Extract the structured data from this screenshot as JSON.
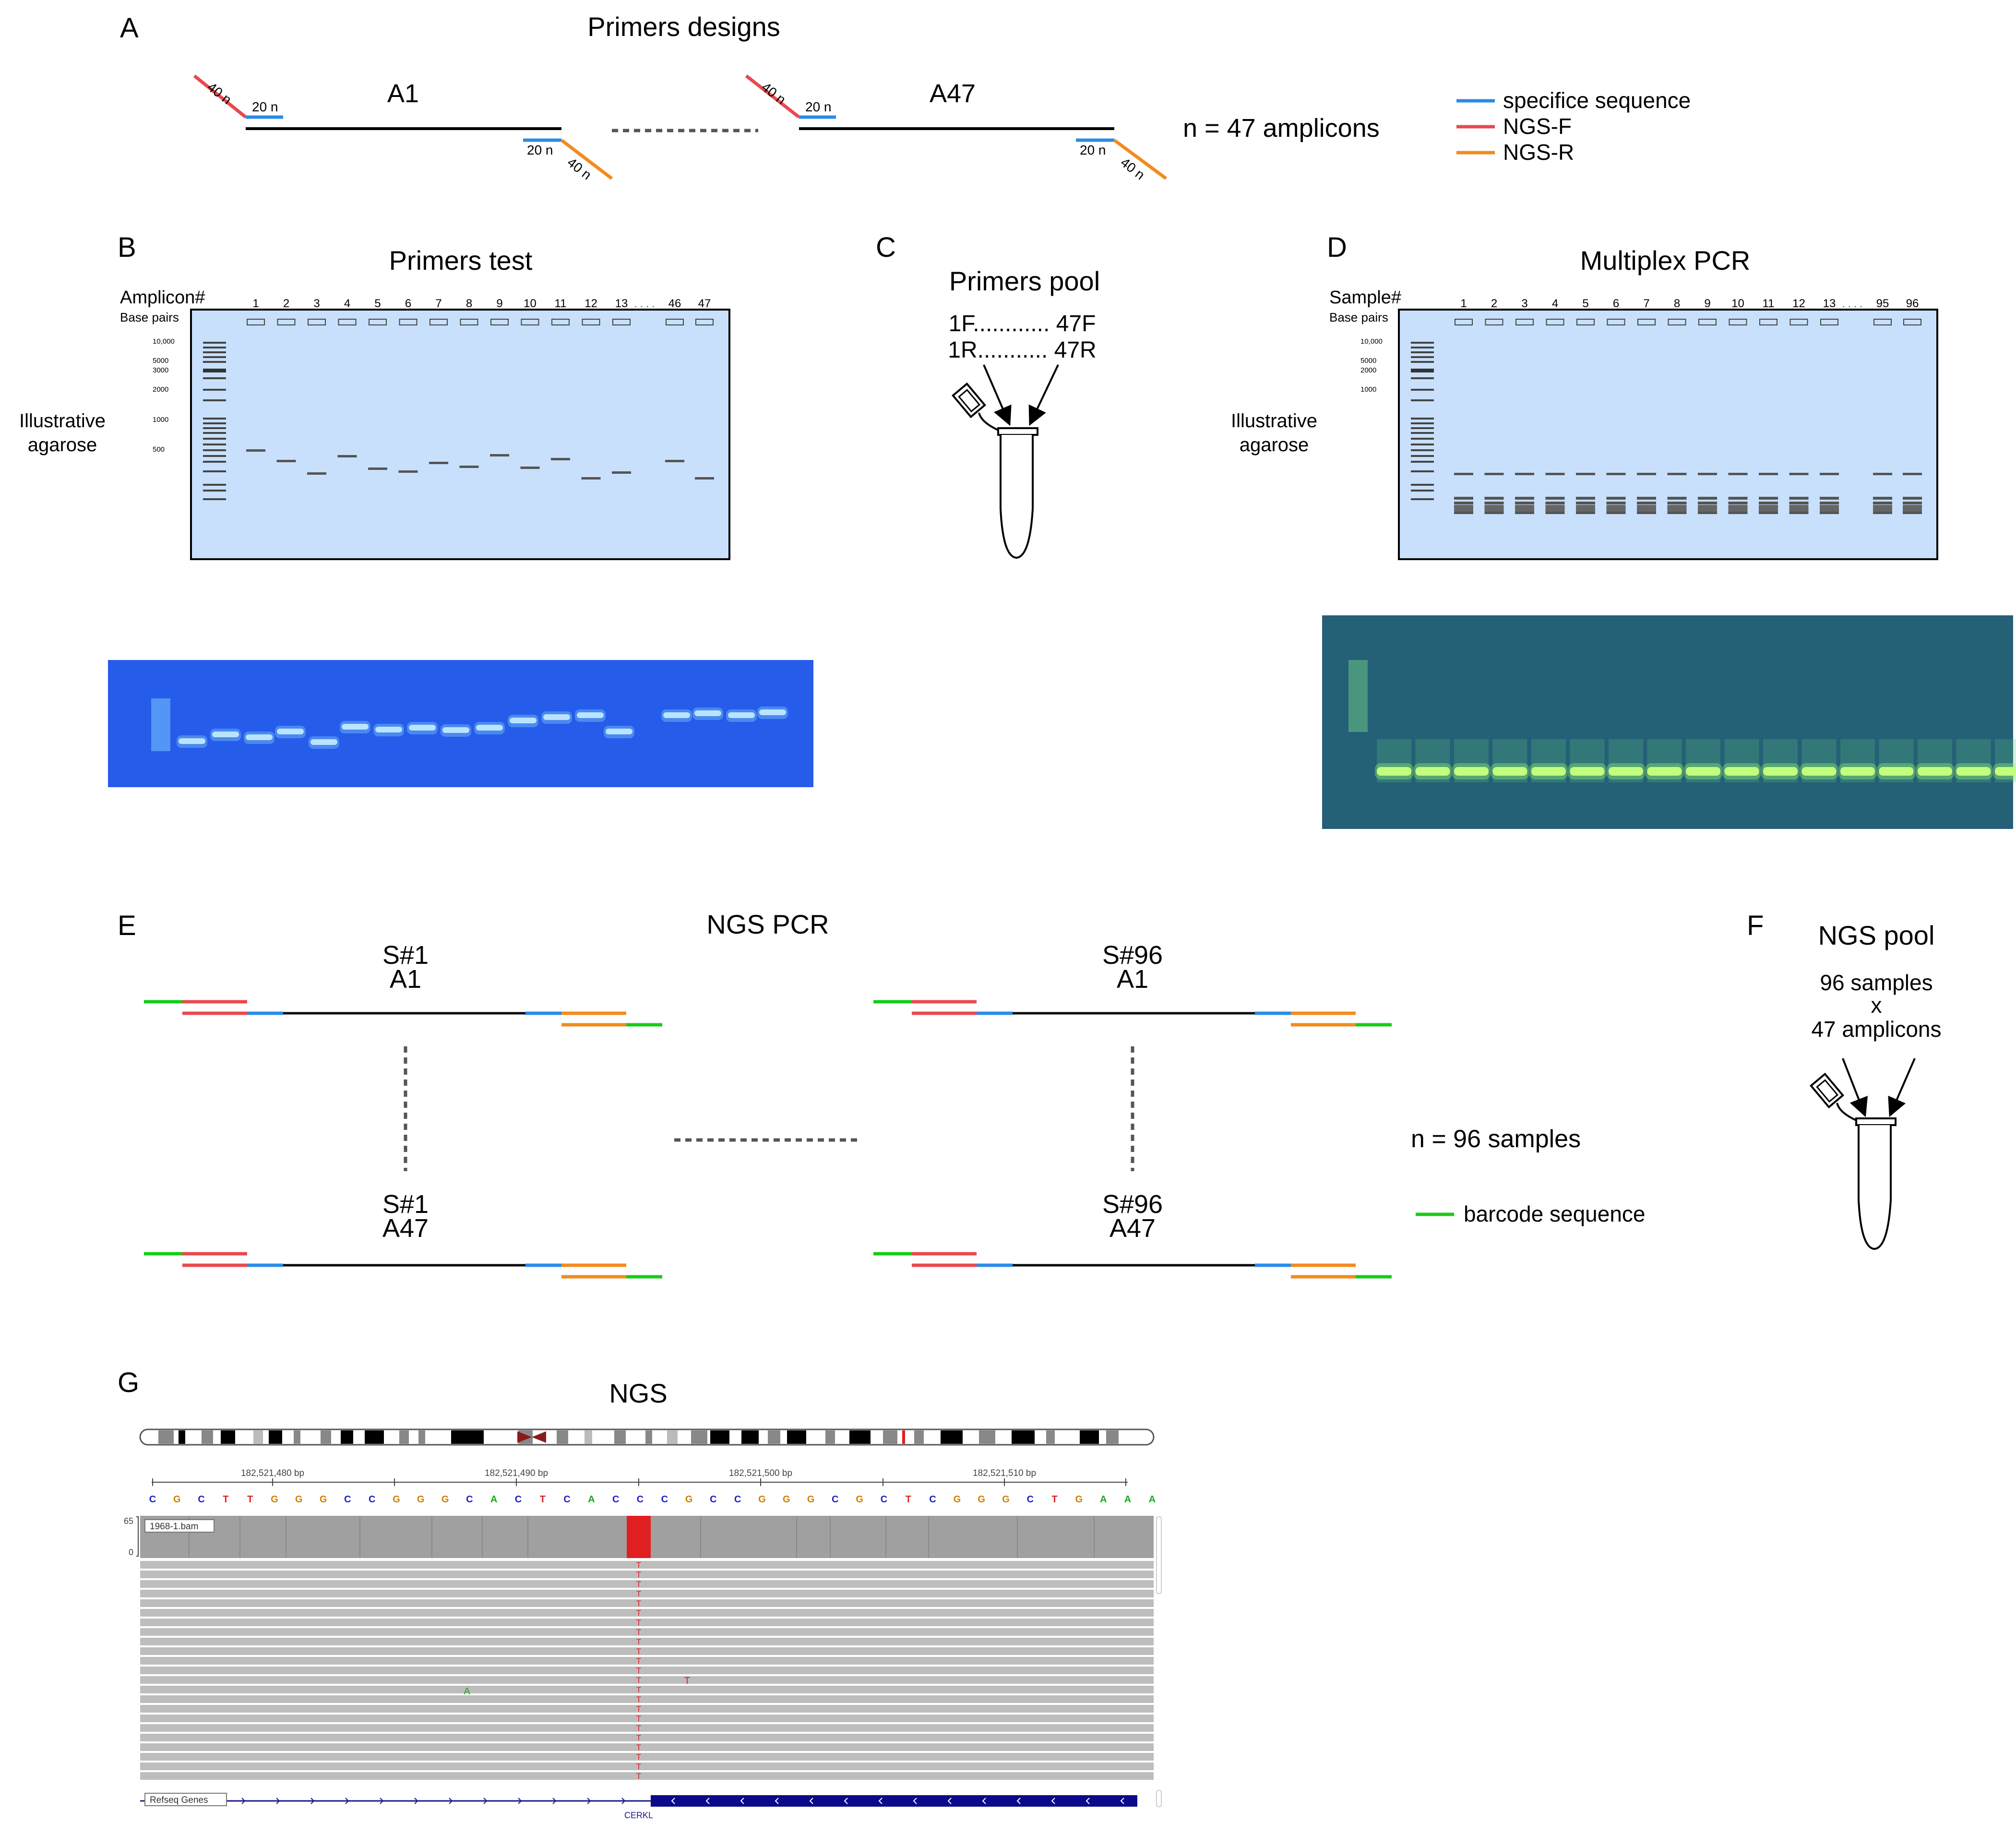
{
  "colors": {
    "specific": "#2b8be8",
    "ngs_f": "#e8494f",
    "ngs_r": "#f28b1e",
    "barcode": "#17cc17",
    "gel_bg": "#c8e0fb",
    "igv_blue": "#1a1a8c",
    "igv_red": "#e02020"
  },
  "panel_a": {
    "letter": "A",
    "title": "Primers designs",
    "amplicon_first": "A1",
    "amplicon_last": "A47",
    "len_40n": "40 n",
    "len_20n": "20 n",
    "count": "n = 47 amplicons",
    "legend": [
      {
        "label": "specifice sequence",
        "color": "#2b8be8"
      },
      {
        "label": "NGS-F",
        "color": "#e8494f"
      },
      {
        "label": "NGS-R",
        "color": "#f28b1e"
      }
    ]
  },
  "panel_b": {
    "letter": "B",
    "title": "Primers test",
    "lane_header": "Amplicon#",
    "bp_header": "Base pairs",
    "side_label_1": "Illustrative",
    "side_label_2": "agarose",
    "lanes": [
      "1",
      "2",
      "3",
      "4",
      "5",
      "6",
      "7",
      "8",
      "9",
      "10",
      "11",
      "12",
      "13",
      "46",
      "47"
    ],
    "lane_gap": ". . . .",
    "ladder_labels": [
      "10,000",
      "5000",
      "3000",
      "2000",
      "1000",
      "500"
    ]
  },
  "panel_c": {
    "letter": "C",
    "title": "Primers pool",
    "line1": "1F............ 47F",
    "line2": "1R........... 47R"
  },
  "panel_d": {
    "letter": "D",
    "title": "Multiplex PCR",
    "lane_header": "Sample#",
    "bp_header": "Base pairs",
    "side_label_1": "Illustrative",
    "side_label_2": "agarose",
    "lanes": [
      "1",
      "2",
      "3",
      "4",
      "5",
      "6",
      "7",
      "8",
      "9",
      "10",
      "11",
      "12",
      "13",
      "95",
      "96"
    ],
    "lane_gap": ". . . .",
    "ladder_labels": [
      "10,000",
      "5000",
      "2000",
      "1000"
    ]
  },
  "panel_e": {
    "letter": "E",
    "title": "NGS PCR",
    "s1": "S#1",
    "s96": "S#96",
    "a1": "A1",
    "a47": "A47",
    "count": "n = 96 samples",
    "legend_barcode": "barcode sequence"
  },
  "panel_f": {
    "letter": "F",
    "title": "NGS pool",
    "line1": "96 samples",
    "line2": "x",
    "line3": "47 amplicons"
  },
  "panel_g": {
    "letter": "G",
    "title": "NGS",
    "coords": [
      "182,521,480 bp",
      "182,521,490 bp",
      "182,521,500 bp",
      "182,521,510 bp"
    ],
    "sequence": [
      "C",
      "G",
      "C",
      "T",
      "T",
      "G",
      "G",
      "G",
      "C",
      "C",
      "G",
      "G",
      "G",
      "C",
      "A",
      "C",
      "T",
      "C",
      "A",
      "C",
      "C",
      "C",
      "G",
      "C",
      "C",
      "G",
      "G",
      "G",
      "C",
      "G",
      "C",
      "T",
      "C",
      "G",
      "G",
      "G",
      "C",
      "T",
      "G",
      "A",
      "A",
      "A"
    ],
    "coverage_max": "65",
    "coverage_min": "0",
    "track_name": "1968-1.bam",
    "variant_base": "T",
    "other_base_a": "A",
    "gene_track": "Refseq Genes",
    "gene_name": "CERKL"
  }
}
